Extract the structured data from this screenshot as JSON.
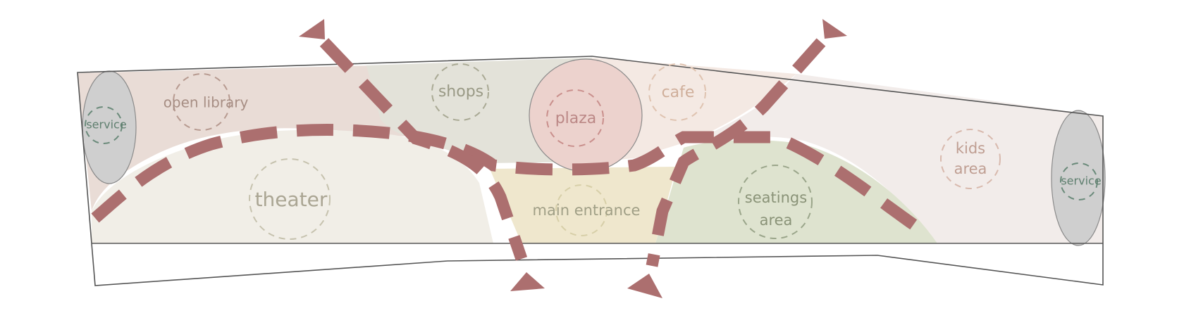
{
  "labels": {
    "open_library": "open library",
    "shops": "shops",
    "plaza": "plaza",
    "cafe": "cafe",
    "service_left": "service",
    "service_right": "service",
    "theater": "theater",
    "main_entrance": "main entrance",
    "seatings_line1": "seatings",
    "seatings_line2": "area",
    "kids_line1": "kids",
    "kids_line2": "area"
  },
  "colors": {
    "outline": "#555555",
    "path": "#ac6f6f",
    "library_fill": "#e9dcd6",
    "shops_fill": "#e3e2d9",
    "cafe_fill": "#f4e9e3",
    "right_fill": "#f2ecea",
    "theater_fill": "#f1eee7",
    "entrance_fill": "#efe7cd",
    "seating_fill": "#dee3cf",
    "plaza_fill": "#ecd2cd",
    "service_fill": "#cfcfcf",
    "bubble_library": "#b79a90",
    "bubble_shops": "#a9a994",
    "bubble_plaza": "#c98f8c",
    "bubble_cafe": "#dfc3b0",
    "bubble_service": "#6a8a7a",
    "bubble_theater": "#c6c2ae",
    "bubble_entrance": "#d7cfa8",
    "bubble_seating": "#9aa58a",
    "bubble_kids": "#d8b9ad",
    "text_library": "#a78e84",
    "text_shops": "#999985",
    "text_plaza": "#bb8886",
    "text_cafe": "#cfae9a",
    "text_service": "#5f7f6f",
    "text_theater": "#aaa593",
    "text_entrance": "#a09f86",
    "text_seating": "#8a9378",
    "text_kids": "#bf9e92"
  }
}
